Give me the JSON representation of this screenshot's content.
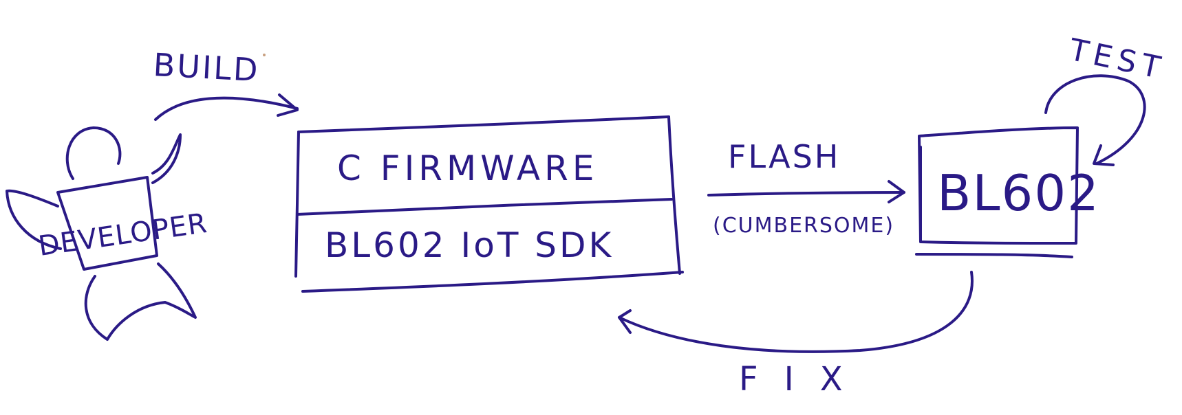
{
  "diagram": {
    "labels": {
      "build": "BUILD",
      "developer": "DEVELOPER",
      "firmware": "C  FIRMWARE",
      "sdk": "BL602  IoT  SDK",
      "flash": "FLASH",
      "cumbersome": "(CUMBERSOME)",
      "device": "BL602",
      "test": "TEST",
      "fix": "FIX"
    },
    "ink_color": "#2a1a86"
  }
}
